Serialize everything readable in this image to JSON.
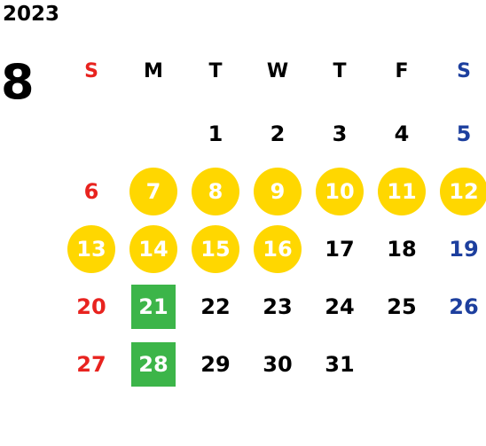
{
  "header": {
    "year": "2023",
    "month": "8"
  },
  "colors": {
    "sunday": "#e8231f",
    "saturday": "#1d3f9e",
    "weekday": "#000000",
    "highlight_circle": "#ffd700",
    "highlight_square": "#3cb549",
    "highlight_text": "#ffffff"
  },
  "weekdays": [
    {
      "label": "S",
      "kind": "sun"
    },
    {
      "label": "M",
      "kind": "wd"
    },
    {
      "label": "T",
      "kind": "wd"
    },
    {
      "label": "W",
      "kind": "wd"
    },
    {
      "label": "T",
      "kind": "wd"
    },
    {
      "label": "F",
      "kind": "wd"
    },
    {
      "label": "S",
      "kind": "sat"
    }
  ],
  "weeks": [
    [
      null,
      null,
      {
        "day": "1"
      },
      {
        "day": "2"
      },
      {
        "day": "3"
      },
      {
        "day": "4"
      },
      {
        "day": "5"
      }
    ],
    [
      {
        "day": "6"
      },
      {
        "day": "7",
        "mark": "circle"
      },
      {
        "day": "8",
        "mark": "circle"
      },
      {
        "day": "9",
        "mark": "circle"
      },
      {
        "day": "10",
        "mark": "circle"
      },
      {
        "day": "11",
        "mark": "circle"
      },
      {
        "day": "12",
        "mark": "circle"
      }
    ],
    [
      {
        "day": "13",
        "mark": "circle"
      },
      {
        "day": "14",
        "mark": "circle"
      },
      {
        "day": "15",
        "mark": "circle"
      },
      {
        "day": "16",
        "mark": "circle"
      },
      {
        "day": "17"
      },
      {
        "day": "18"
      },
      {
        "day": "19"
      }
    ],
    [
      {
        "day": "20"
      },
      {
        "day": "21",
        "mark": "square"
      },
      {
        "day": "22"
      },
      {
        "day": "23"
      },
      {
        "day": "24"
      },
      {
        "day": "25"
      },
      {
        "day": "26"
      }
    ],
    [
      {
        "day": "27"
      },
      {
        "day": "28",
        "mark": "square"
      },
      {
        "day": "29"
      },
      {
        "day": "30"
      },
      {
        "day": "31"
      },
      null,
      null
    ]
  ]
}
